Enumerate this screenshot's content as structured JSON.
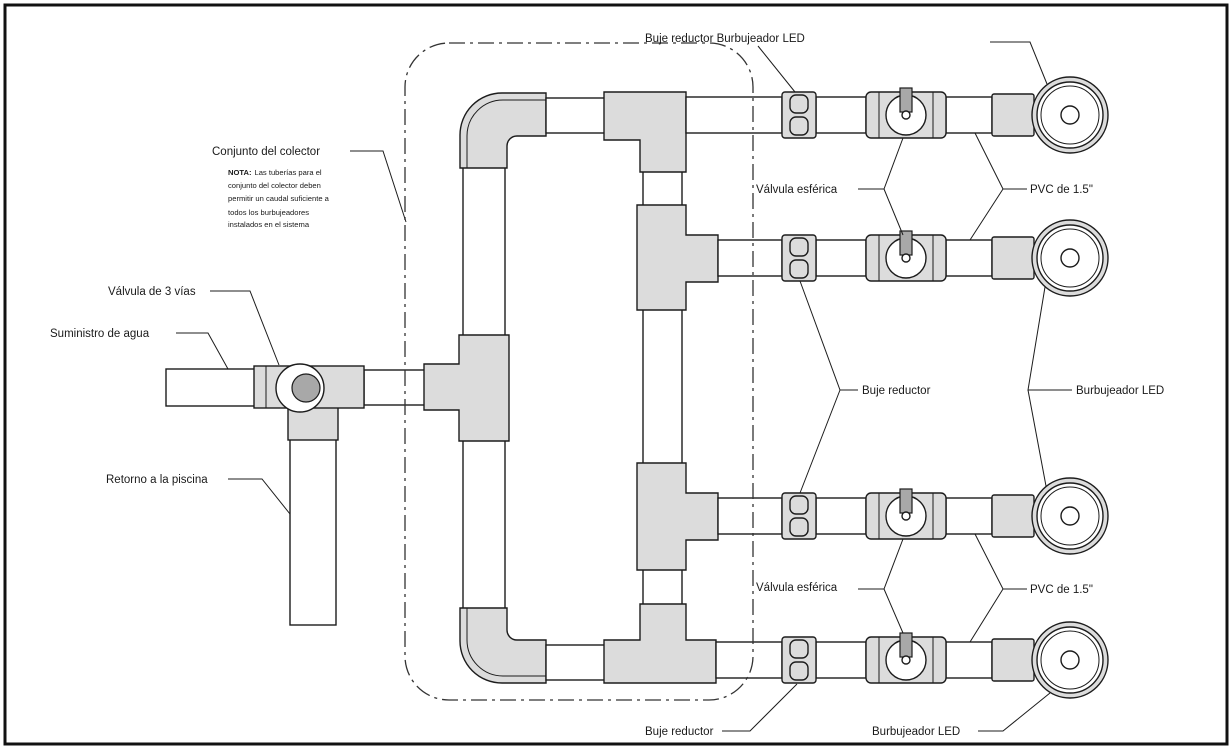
{
  "labels": {
    "top_callout": "Buje reductor Burbujeador LED",
    "manifold_assembly": "Conjunto del colector",
    "three_way_valve": "Válvula de 3 vías",
    "water_supply": "Suministro de agua",
    "pool_return": "Retorno a la piscina",
    "ball_valve_top": "Válvula esférica",
    "pvc_top": "PVC de 1.5\"",
    "reducer_bushing_middle": "Buje reductor",
    "led_bubbler_middle": "Burbujeador LED",
    "ball_valve_bottom": "Válvula esférica",
    "pvc_bottom": "PVC de 1.5\"",
    "reducer_bushing_bottom": "Buje reductor",
    "led_bubbler_bottom": "Burbujeador LED"
  },
  "note": {
    "heading": "NOTA:",
    "lines": [
      "Las tuberías para el",
      "conjunto del colector deben",
      "permitir un caudal suficiente a",
      "todos los burbujeadores",
      "instalados en el sistema"
    ]
  },
  "colors": {
    "line": "#1c1c1c",
    "fitting": "#dcdcdc",
    "pipe": "#ffffff",
    "frame": "#111111",
    "handle": "#a8a8a8"
  }
}
